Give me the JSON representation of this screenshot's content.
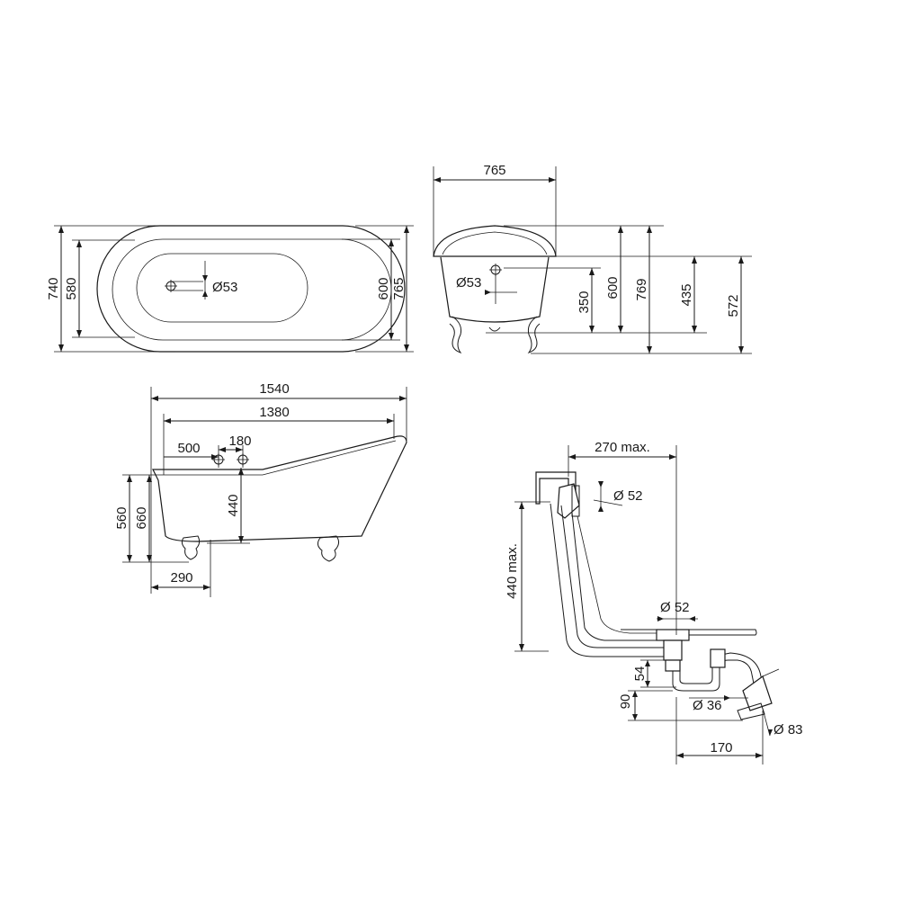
{
  "top_view": {
    "width_outer": "740",
    "width_inner": "580",
    "width_right_inner": "600",
    "width_right_outer": "765",
    "drain_diameter": "Ø53"
  },
  "end_view": {
    "overall_width": "765",
    "drain_diameter": "Ø53",
    "h_350": "350",
    "h_600": "600",
    "h_769": "769",
    "h_435": "435",
    "h_572": "572"
  },
  "side_view": {
    "overall_length": "1540",
    "inner_length": "1380",
    "tap_offset": "500",
    "tap_spacing": "180",
    "tap_height": "440",
    "height_560": "560",
    "height_660": "660",
    "foot_offset": "290"
  },
  "waste_detail": {
    "max_reach": "270 max.",
    "overflow_diameter": "Ø 52",
    "max_height": "440 max.",
    "waste_diameter": "Ø 52",
    "dim_54": "54",
    "dim_90": "90",
    "trap_diameter": "Ø 36",
    "outlet_diameter": "Ø 83",
    "dim_170": "170"
  }
}
